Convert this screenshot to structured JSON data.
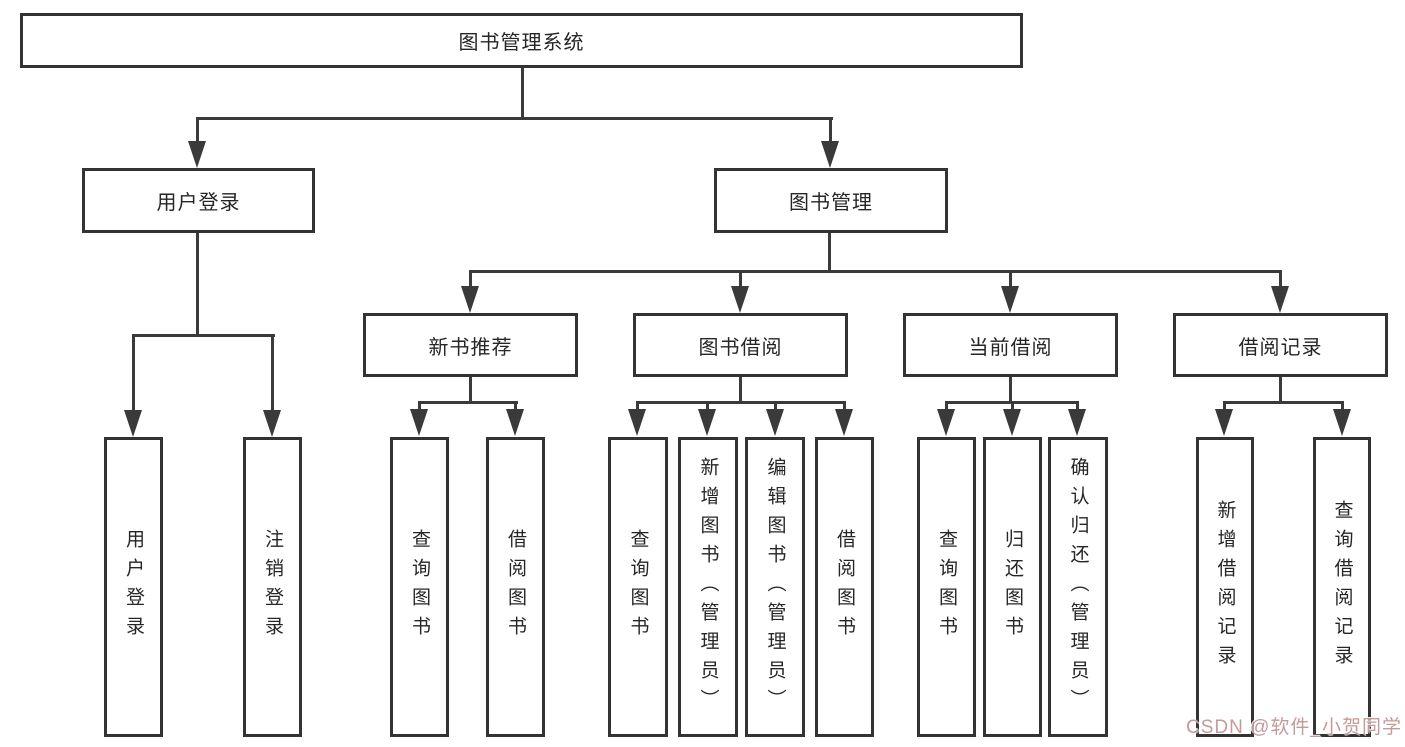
{
  "diagram": {
    "root": {
      "label": "图书管理系统"
    },
    "branches": [
      {
        "label": "用户登录",
        "children": [
          {
            "label": "用户登录"
          },
          {
            "label": "注销登录"
          }
        ]
      },
      {
        "label": "图书管理",
        "children": [
          {
            "label": "新书推荐",
            "children": [
              {
                "label": "查询图书"
              },
              {
                "label": "借阅图书"
              }
            ]
          },
          {
            "label": "图书借阅",
            "children": [
              {
                "label": "查询图书"
              },
              {
                "label": "新增图书（管理员）"
              },
              {
                "label": "编辑图书（管理员）"
              },
              {
                "label": "借阅图书"
              }
            ]
          },
          {
            "label": "当前借阅",
            "children": [
              {
                "label": "查询图书"
              },
              {
                "label": "归还图书"
              },
              {
                "label": "确认归还（管理员）"
              }
            ]
          },
          {
            "label": "借阅记录",
            "children": [
              {
                "label": "新增借阅记录"
              },
              {
                "label": "查询借阅记录"
              }
            ]
          }
        ]
      }
    ]
  },
  "watermark": {
    "text": "CSDN @软件_小贺同学"
  },
  "colors": {
    "line": "#3a3a3a",
    "border": "#333333",
    "text": "#262626",
    "background": "#ffffff",
    "watermark": "#c49a9a"
  }
}
